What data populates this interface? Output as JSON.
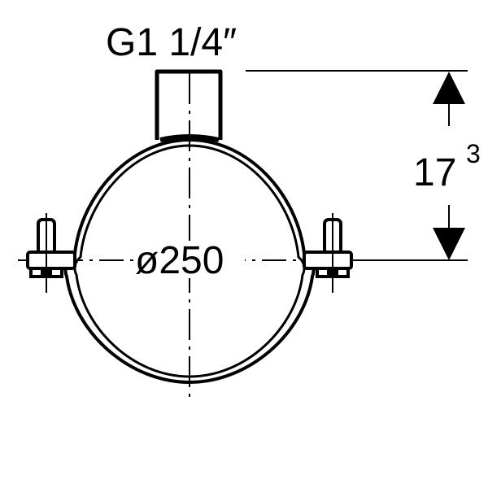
{
  "thread_label": "G1 1/4″",
  "diameter_label": "ø250",
  "height_dimension": {
    "value": "17",
    "superscript": "3"
  },
  "colors": {
    "line": "#000000",
    "background": "#ffffff"
  }
}
